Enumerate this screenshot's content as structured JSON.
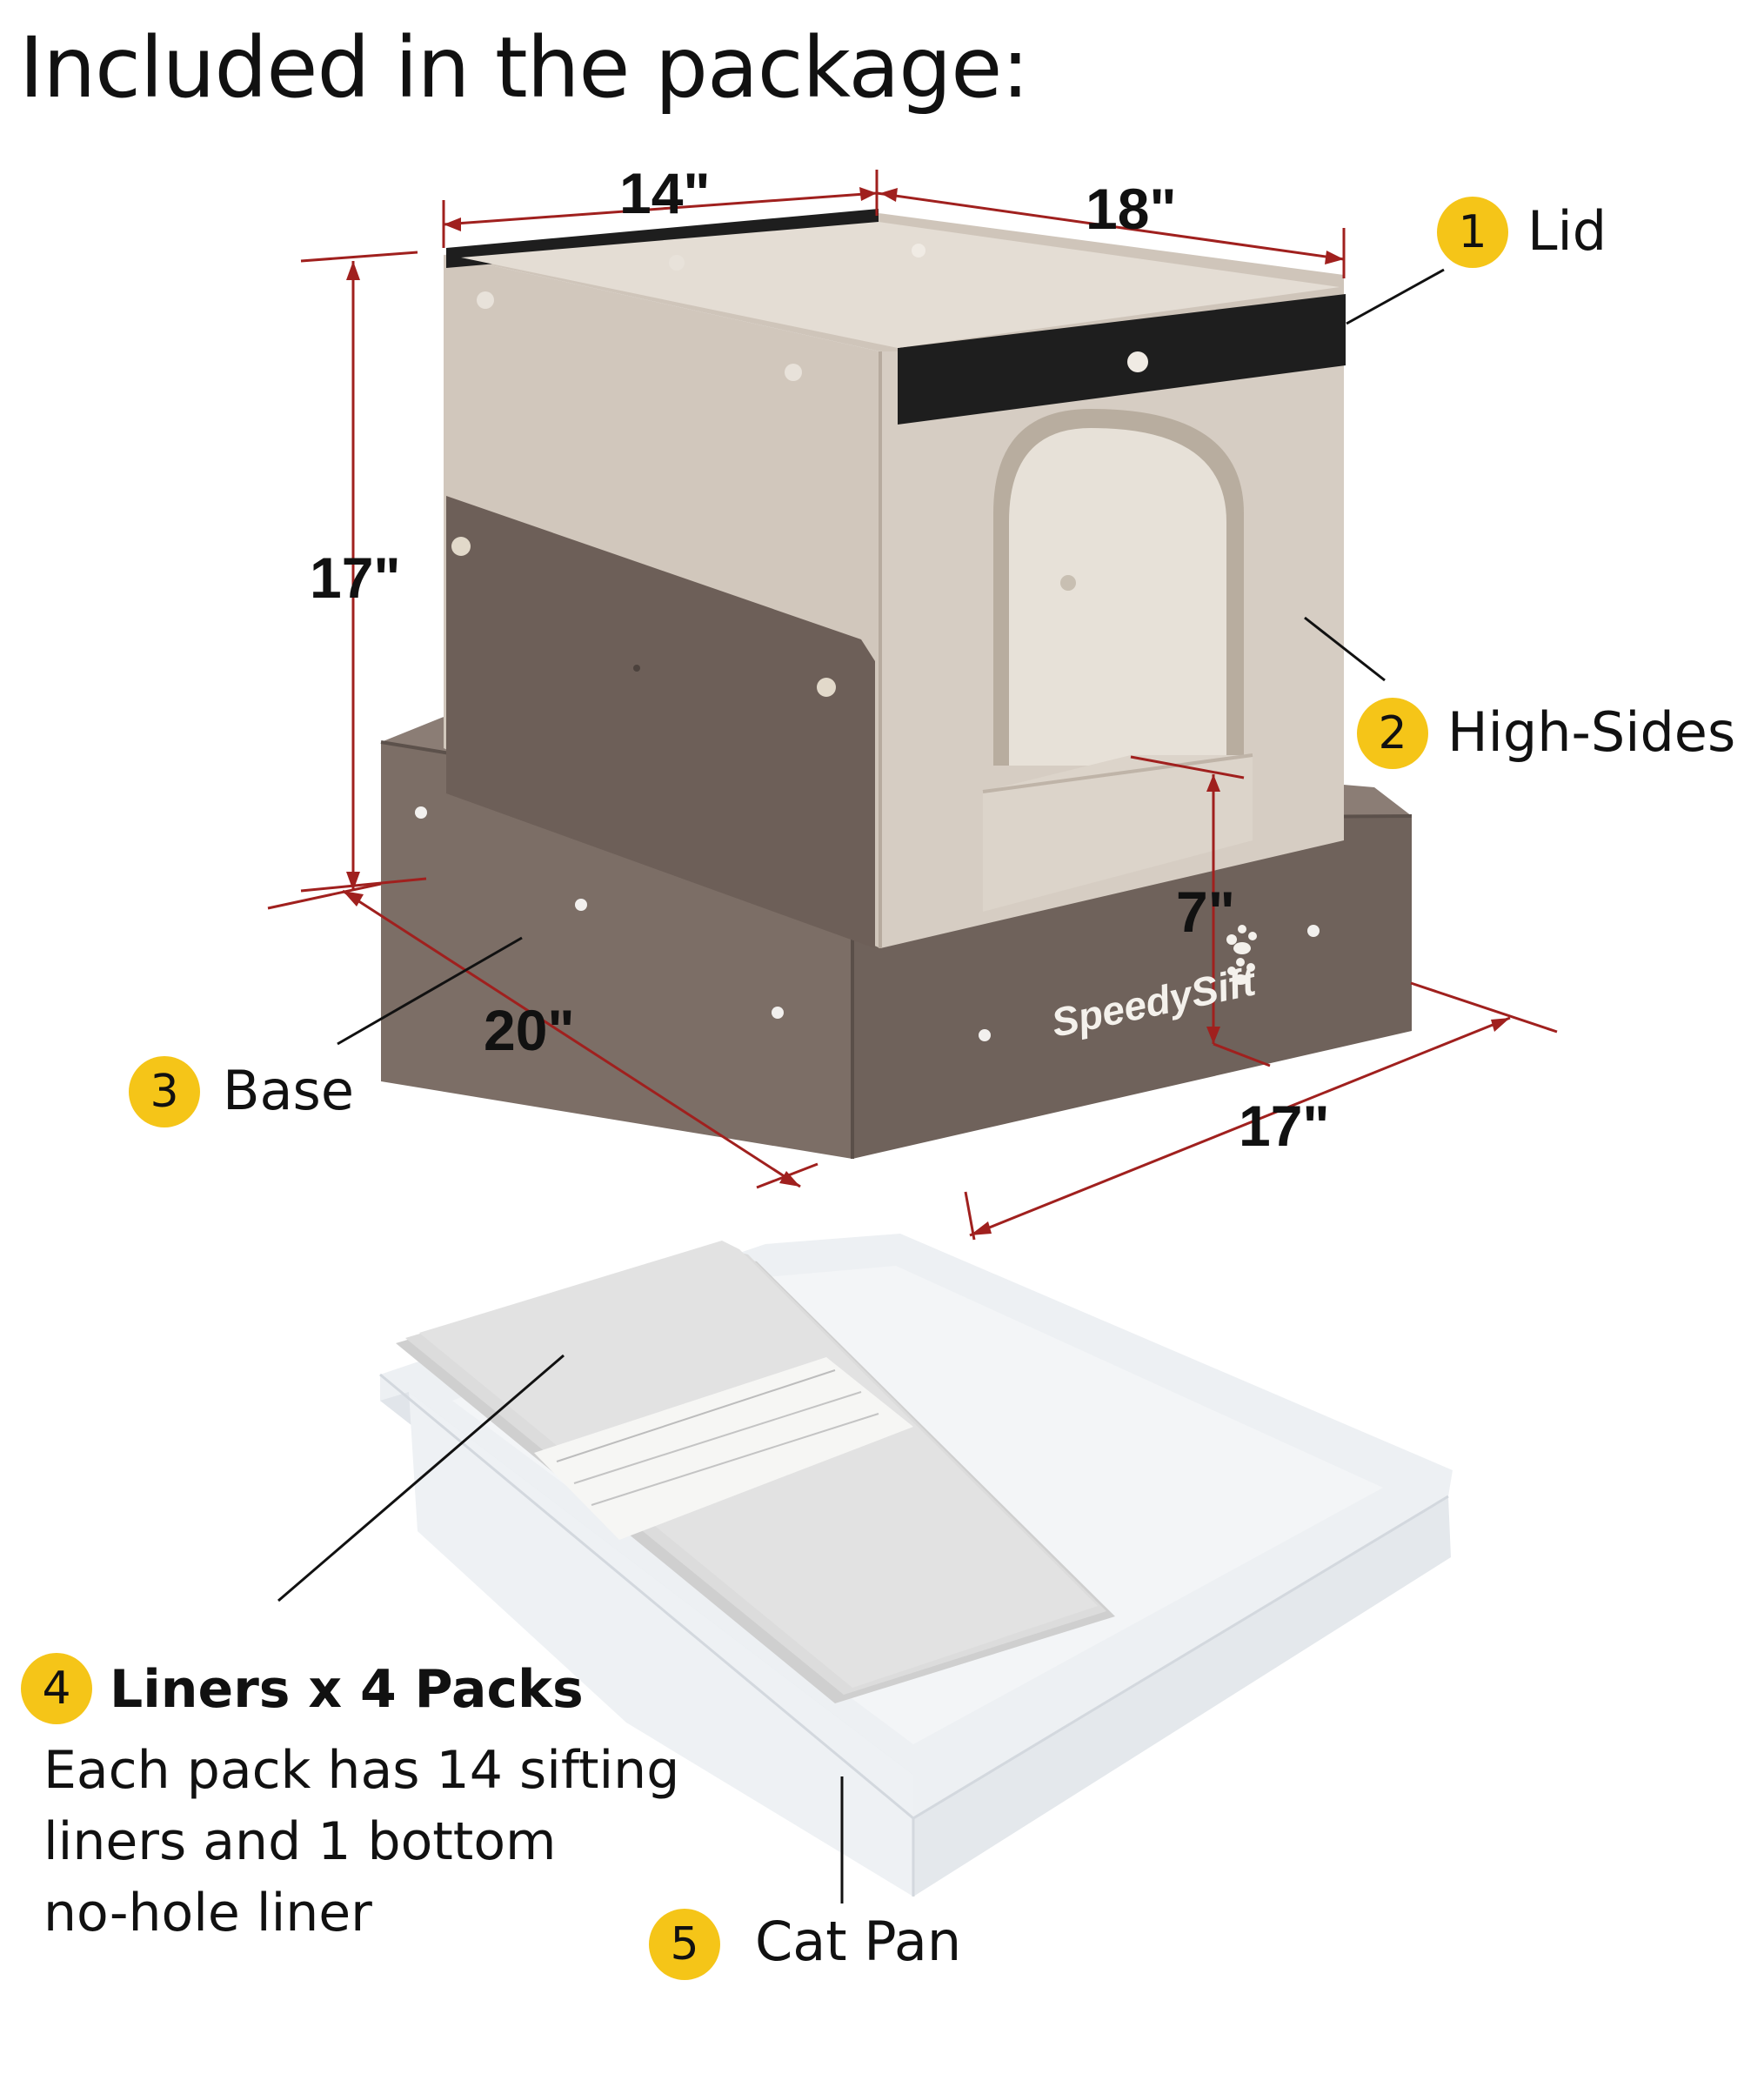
{
  "title": "Included in the package:",
  "dimensions": {
    "top_width": "14\"",
    "top_depth": "18\"",
    "height": "17\"",
    "entry_height": "7\"",
    "base_depth": "20\"",
    "base_width": "17\""
  },
  "brand": "SpeedySift",
  "parts": [
    {
      "number": "1",
      "label": "Lid"
    },
    {
      "number": "2",
      "label": "High-Sides"
    },
    {
      "number": "3",
      "label": "Base"
    },
    {
      "number": "4",
      "label": "Liners x 4 Packs"
    },
    {
      "number": "5",
      "label": "Cat Pan"
    }
  ],
  "liners_description": [
    "Each pack has 14 sifting",
    "liners and 1 bottom",
    "no-hole  liner"
  ],
  "colors": {
    "badge": "#f5c518",
    "dimension_line": "#a0201e",
    "base_brown": "#7c6e66",
    "box_beige": "#d1c7bc",
    "lid_strip": "#1e1e1e",
    "pan": "#eceff2"
  }
}
